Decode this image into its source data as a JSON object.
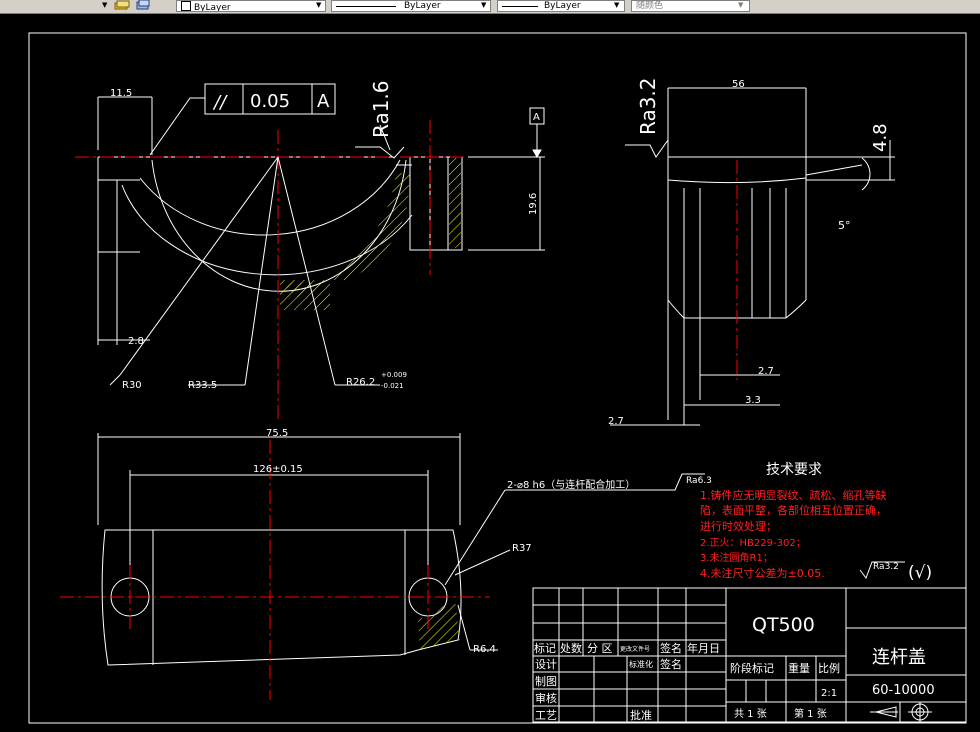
{
  "toolbar": {
    "layer1": "ByLayer",
    "layer2": "ByLayer",
    "layer3": "ByLayer",
    "color": "随颜色"
  },
  "dims": {
    "d11_5": "11.5",
    "flatness_sym": "//",
    "flatness_val": "0.05",
    "datum_a": "A",
    "ra16": "Ra1.6",
    "datum_a2": "A",
    "d19_6": "19.6",
    "d2_8": "2.8",
    "r30": "R30",
    "r33_5": "R33.5",
    "r26_2": "R26.2",
    "tol_up": "+0.009",
    "tol_dn": "-0.021",
    "ra32_top": "Ra3.2",
    "d56": "56",
    "d4_8": "4.8",
    "deg5": "5°",
    "d2_7a": "2.7",
    "d3_3": "3.3",
    "d2_7b": "2.7",
    "d75_5": "75.5",
    "d126": "126±0.15",
    "hole_note": "2-⌀8 h6（与连杆配合加工）",
    "ra63": "Ra6.3",
    "r37": "R37",
    "r6_4": "R6.4"
  },
  "tech": {
    "title": "技术要求",
    "l1": "1.铸件应无明显裂纹、疏松、缩孔等缺",
    "l2": "陷，表面平整，各部位相互位置正确，",
    "l3": "进行时效处理；",
    "l4": "2.正火：HB229-302；",
    "l5": "3.未注圆角R1；",
    "l6": "4.未注尺寸公差为±0.05."
  },
  "rough": {
    "ra": "Ra3.2",
    "rest": "(√)"
  },
  "title_block": {
    "material": "QT500",
    "part_name": "连杆盖",
    "part_no": "60-10000",
    "mark": "标记",
    "count": "处数",
    "zone": "分 区",
    "change_doc": "更改文件号",
    "sign": "签名",
    "date": "年月日",
    "design": "设计",
    "standard": "标准化",
    "sign2": "签名",
    "draw": "制图",
    "check": "审核",
    "process": "工艺",
    "approve": "批准",
    "stage": "阶段标记",
    "weight": "重量",
    "scale_label": "比例",
    "scale": "2:1",
    "total": "共 1 张",
    "sheet": "第 1 张"
  },
  "colors": {
    "bg": "#000000",
    "line": "#ffffff",
    "center": "#ff0000",
    "hatch": "#ffff00",
    "tech": "#ff2020"
  }
}
